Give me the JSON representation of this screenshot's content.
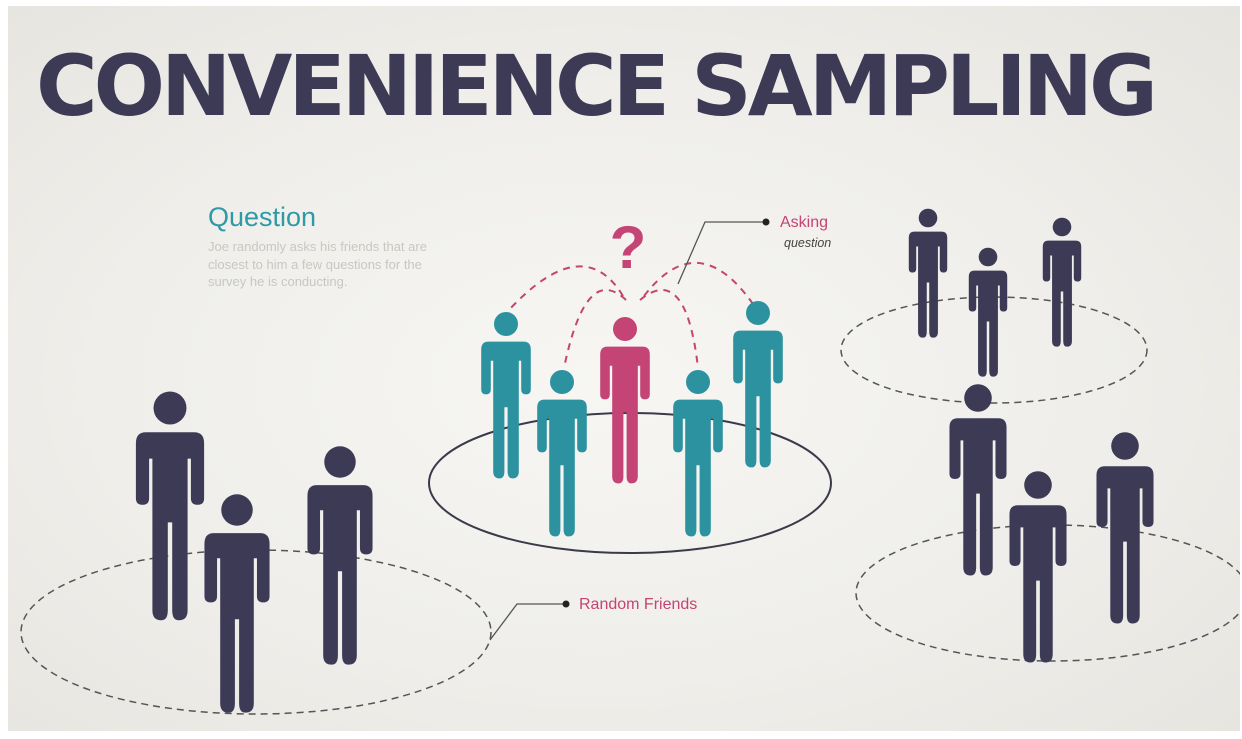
{
  "title": "CONVENIENCE SAMPLING",
  "question": {
    "heading": "Question",
    "body": "Joe randomly asks his friends that are closest to him a few questions for the survey he is conducting."
  },
  "callouts": {
    "asking_line1": "Asking",
    "asking_line2": "question",
    "random_friends": "Random Friends",
    "question_mark": "?"
  },
  "colors": {
    "dark_figure": "#3d3a56",
    "teal_figure": "#2d92a0",
    "pink_figure": "#c44475",
    "question_text": "#2d9aa7",
    "background": "#efeeea"
  },
  "icons": [
    "person-icon",
    "question-mark-icon",
    "dashed-ellipse",
    "solid-ellipse"
  ]
}
